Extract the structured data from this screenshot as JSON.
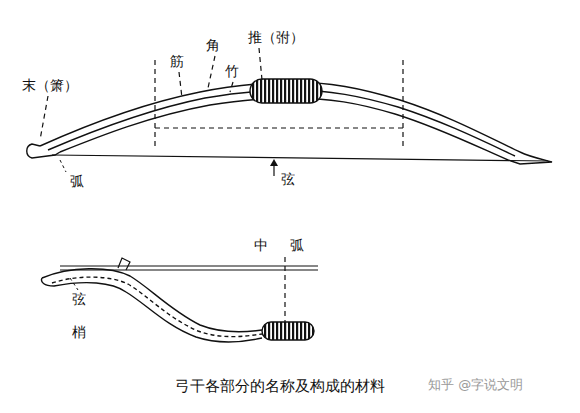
{
  "diagram": {
    "caption": "弓干各部分的名称及构成的材料",
    "labels": [
      "末（箫）",
      "筋",
      "角",
      "推（弣）",
      "竹",
      "弧",
      "弦",
      "中",
      "弧",
      "弦",
      "梢",
      "知乎 @字说文明"
    ]
  }
}
